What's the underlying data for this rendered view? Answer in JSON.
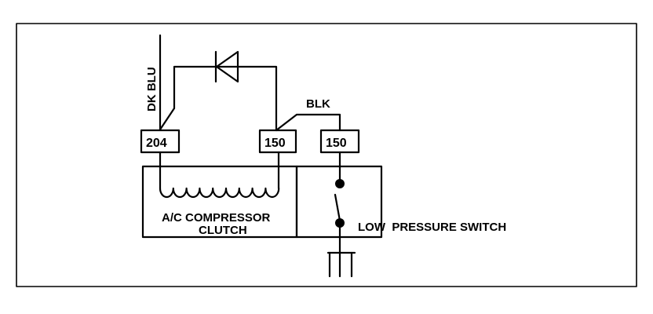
{
  "wire_labels": {
    "dk_blu": "DK BLU",
    "blk": "BLK"
  },
  "terminals": {
    "clutch_left": "204",
    "clutch_right": "150",
    "switch": "150"
  },
  "components": {
    "clutch_line1": "A/C COMPRESSOR",
    "clutch_line2": "CLUTCH",
    "switch": "LOW  PRESSURE SWITCH"
  },
  "icons": [
    "diode-icon",
    "coil-icon",
    "switch-contact-icon",
    "ground-icon"
  ]
}
